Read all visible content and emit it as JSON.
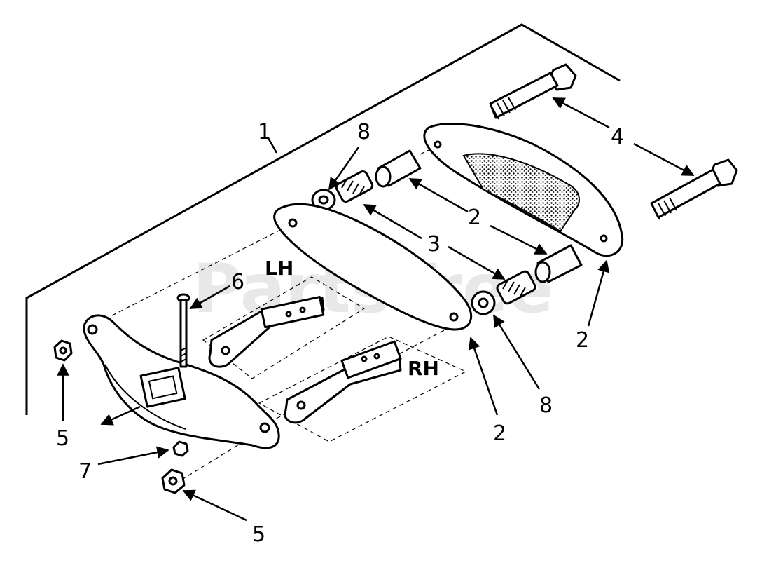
{
  "watermark": "PartsTree",
  "side_labels": {
    "left": "LH",
    "right": "RH"
  },
  "callouts": [
    {
      "id": "c1",
      "text": "1"
    },
    {
      "id": "c2a",
      "text": "2"
    },
    {
      "id": "c2b",
      "text": "2"
    },
    {
      "id": "c2c",
      "text": "2"
    },
    {
      "id": "c3",
      "text": "3"
    },
    {
      "id": "c4",
      "text": "4"
    },
    {
      "id": "c5a",
      "text": "5"
    },
    {
      "id": "c5b",
      "text": "5"
    },
    {
      "id": "c6",
      "text": "6"
    },
    {
      "id": "c7",
      "text": "7"
    },
    {
      "id": "c8a",
      "text": "8"
    },
    {
      "id": "c8b",
      "text": "8"
    }
  ],
  "colors": {
    "line": "#000000",
    "background": "#ffffff",
    "watermark": "#d9d9d9"
  }
}
